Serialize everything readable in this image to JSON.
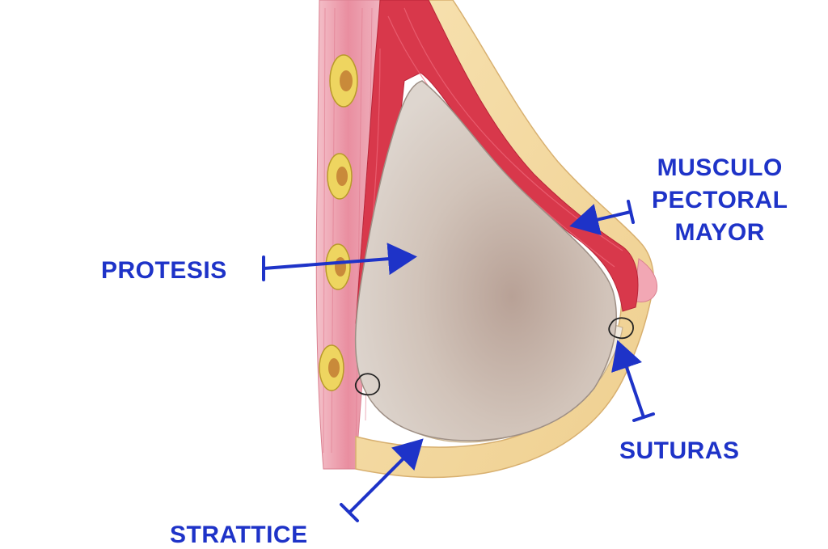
{
  "labels": {
    "protesis": "PROTESIS",
    "strattice": "STRATTICE",
    "suturas": "SUTURAS",
    "musculo": [
      "MUSCULO",
      "PECTORAL",
      "MAYOR"
    ]
  },
  "colors": {
    "label_blue": "#1e33c8",
    "skin": "#f3d79a",
    "muscle": "#d63a4a",
    "chest_wall": "#e68a9a",
    "implant": "#cfc2b8",
    "rib": "#eed560"
  }
}
